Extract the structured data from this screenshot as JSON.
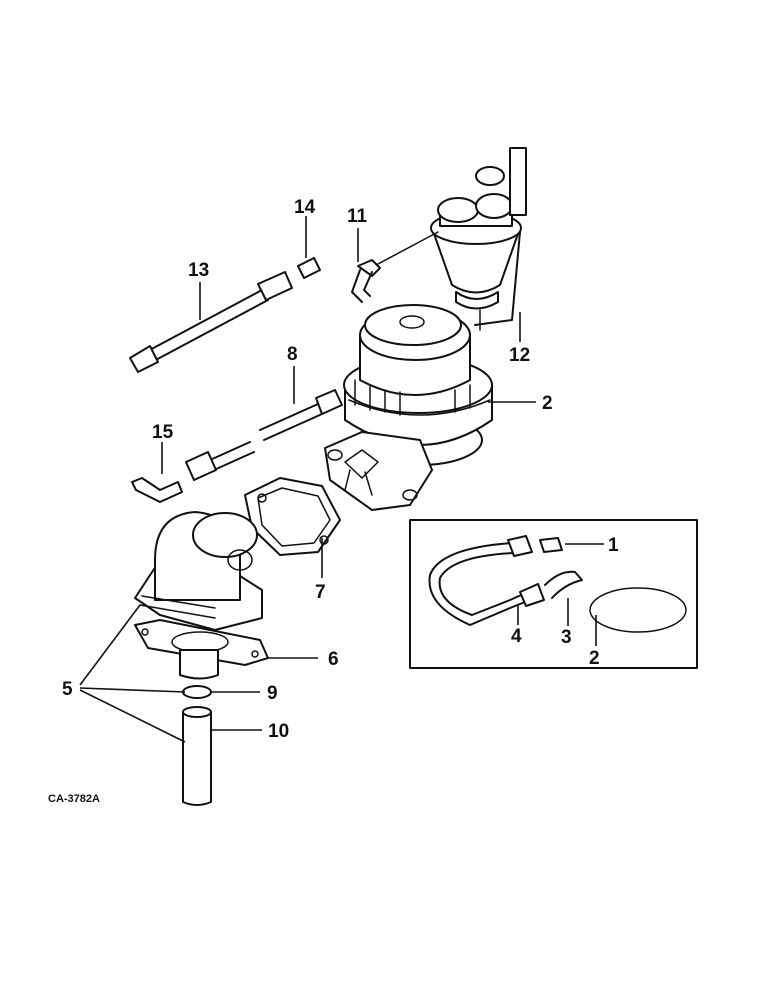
{
  "diagram": {
    "drawing_code": "CA-3782A",
    "callouts": [
      {
        "id": "c1",
        "label": "1"
      },
      {
        "id": "c2a",
        "label": "2"
      },
      {
        "id": "c2b",
        "label": "2"
      },
      {
        "id": "c3",
        "label": "3"
      },
      {
        "id": "c4",
        "label": "4"
      },
      {
        "id": "c5",
        "label": "5"
      },
      {
        "id": "c6",
        "label": "6"
      },
      {
        "id": "c7",
        "label": "7"
      },
      {
        "id": "c8",
        "label": "8"
      },
      {
        "id": "c9",
        "label": "9"
      },
      {
        "id": "c10",
        "label": "10"
      },
      {
        "id": "c11",
        "label": "11"
      },
      {
        "id": "c12",
        "label": "12"
      },
      {
        "id": "c13",
        "label": "13"
      },
      {
        "id": "c14",
        "label": "14"
      },
      {
        "id": "c15",
        "label": "15"
      }
    ]
  }
}
